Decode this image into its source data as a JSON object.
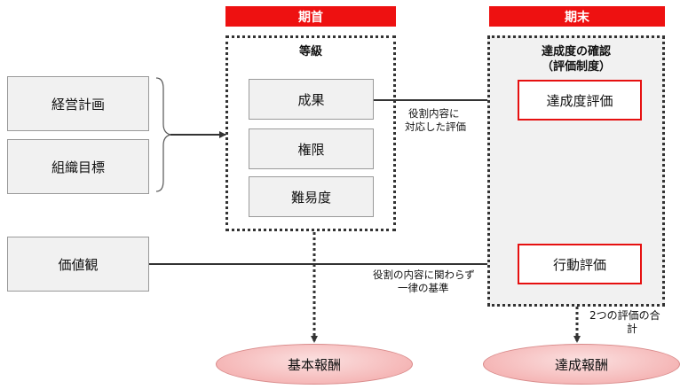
{
  "headers": {
    "start": "期首",
    "end": "期末"
  },
  "inputs": {
    "plan": "経営計画",
    "org_goal": "組織目標",
    "values": "価値観"
  },
  "grade": {
    "title": "等級",
    "items": [
      "成果",
      "権限",
      "難易度"
    ]
  },
  "confirm": {
    "title_line1": "達成度の確認",
    "title_line2": "（評価制度）",
    "achievement_eval": "達成度評価",
    "behavior_eval": "行動評価"
  },
  "notes": {
    "role_line1": "役割内容に",
    "role_line2": "対応した評価",
    "common_line1": "役割の内容に関わらず",
    "common_line2": "一律の基準",
    "sum_line1": "2つの評価の合",
    "sum_line2": "計"
  },
  "outputs": {
    "base_pay": "基本報酬",
    "achievement_pay": "達成報酬"
  },
  "colors": {
    "accent_red": "#ee1111",
    "box_gray": "#f1f1f1",
    "ellipse_pink": "#f5b7b7"
  }
}
